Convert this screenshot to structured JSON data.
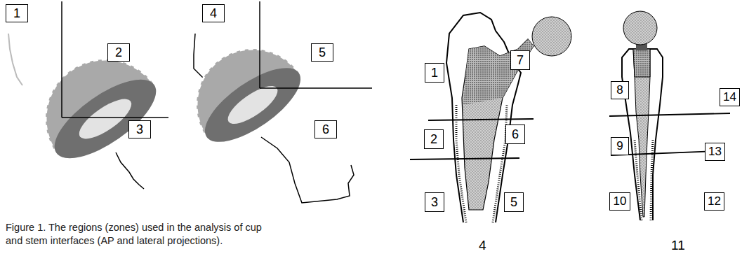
{
  "diagram": {
    "caption": "Figure 1. The regions (zones) used in the analysis of cup and stem interfaces (AP and lateral projections).",
    "nodes": [
      {
        "text": [
          "1"
        ]
      },
      {
        "text": [
          "2"
        ]
      },
      {
        "text": [
          "3"
        ]
      },
      {
        "text": [
          "4"
        ]
      },
      {
        "text": [
          "5"
        ]
      },
      {
        "text": [
          "6"
        ]
      },
      {
        "text": [
          "1"
        ]
      },
      {
        "text": [
          "7"
        ]
      },
      {
        "text": [
          "2"
        ]
      },
      {
        "text": [
          "6"
        ]
      },
      {
        "text": [
          "3"
        ]
      },
      {
        "text": [
          "5"
        ]
      },
      {
        "text": [
          "8"
        ]
      },
      {
        "text": [
          "14"
        ]
      },
      {
        "text": [
          "9"
        ]
      },
      {
        "text": [
          "13"
        ]
      },
      {
        "text": [
          "10"
        ]
      },
      {
        "text": [
          "12"
        ]
      }
    ],
    "labels": [
      "4",
      "11"
    ]
  }
}
